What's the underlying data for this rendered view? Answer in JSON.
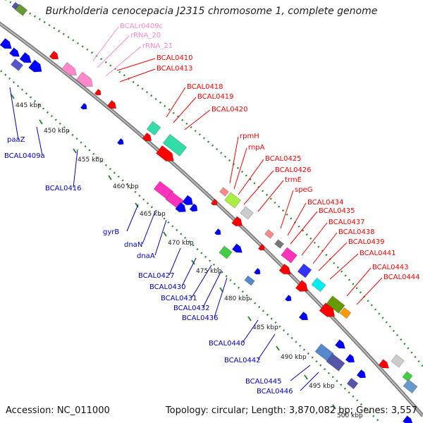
{
  "title": "Burkholderia cenocepacia J2315 chromosome 1, complete genome",
  "footer": {
    "accession": "Accession: NC_011000",
    "topology": "Topology: circular; Length: 3,870,082 bp; Genes: 3,557"
  },
  "colors": {
    "forward_label": "#ff0000",
    "reverse_label": "#0000cc",
    "rna_label": "#ff88cc",
    "backbone": "#999999",
    "tick": "#2e8b2e"
  },
  "ruler": [
    {
      "label": "445 kbp"
    },
    {
      "label": "450 kbp"
    },
    {
      "label": "455 kbp"
    },
    {
      "label": "460 kbp"
    },
    {
      "label": "465 kbp"
    },
    {
      "label": "470 kbp"
    },
    {
      "label": "475 kbp"
    },
    {
      "label": "480 kbp"
    },
    {
      "label": "485 kbp"
    },
    {
      "label": "490 kbp"
    },
    {
      "label": "495 kbp"
    },
    {
      "label": "500 kbp"
    }
  ],
  "forward_labels": [
    {
      "text": "BCALr0409c",
      "kind": "rna"
    },
    {
      "text": "rRNA_20",
      "kind": "rna"
    },
    {
      "text": "rRNA_21",
      "kind": "rna"
    },
    {
      "text": "BCAL0410",
      "kind": "gene"
    },
    {
      "text": "BCAL0413",
      "kind": "gene"
    },
    {
      "text": "BCAL0418",
      "kind": "gene"
    },
    {
      "text": "BCAL0419",
      "kind": "gene"
    },
    {
      "text": "BCAL0420",
      "kind": "gene"
    },
    {
      "text": "rpmH",
      "kind": "gene"
    },
    {
      "text": "rnpA",
      "kind": "gene"
    },
    {
      "text": "BCAL0425",
      "kind": "gene"
    },
    {
      "text": "BCAL0426",
      "kind": "gene"
    },
    {
      "text": "trmE",
      "kind": "gene"
    },
    {
      "text": "speG",
      "kind": "gene"
    },
    {
      "text": "BCAL0434",
      "kind": "gene"
    },
    {
      "text": "BCAL0435",
      "kind": "gene"
    },
    {
      "text": "BCAL0437",
      "kind": "gene"
    },
    {
      "text": "BCAL0438",
      "kind": "gene"
    },
    {
      "text": "BCAL0439",
      "kind": "gene"
    },
    {
      "text": "BCAL0441",
      "kind": "gene"
    },
    {
      "text": "BCAL0443",
      "kind": "gene"
    },
    {
      "text": "BCAL0444",
      "kind": "gene"
    }
  ],
  "reverse_labels": [
    {
      "text": "paaZ"
    },
    {
      "text": "BCAL0409a"
    },
    {
      "text": "BCAL0416"
    },
    {
      "text": "gyrB"
    },
    {
      "text": "dnaN"
    },
    {
      "text": "dnaA"
    },
    {
      "text": "BCAL0427"
    },
    {
      "text": "BCAL0430"
    },
    {
      "text": "BCAL0431"
    },
    {
      "text": "BCAL0432"
    },
    {
      "text": "BCAL0436"
    },
    {
      "text": "BCAL0440"
    },
    {
      "text": "BCAL0442"
    },
    {
      "text": "BCAL0445"
    },
    {
      "text": "BCAL0446"
    }
  ]
}
